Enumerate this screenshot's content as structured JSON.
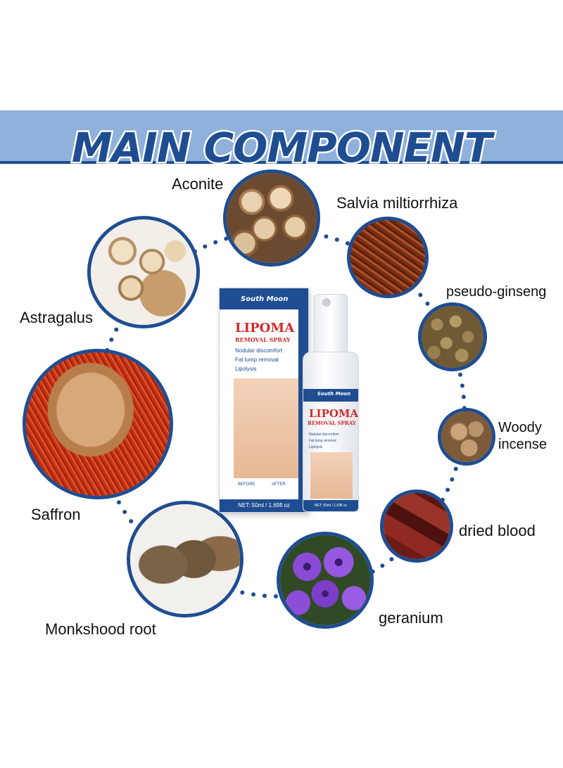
{
  "header": {
    "title": "MAIN COMPONENT"
  },
  "ingredients": {
    "aconite": "Aconite",
    "salvia": "Salvia miltiorrhiza",
    "ginseng": "pseudo-ginseng",
    "astragalus": "Astragalus",
    "woody_line1": "Woody",
    "woody_line2": "incense",
    "saffron": "Saffron",
    "blood": "dried blood",
    "geranium": "geranium",
    "monkshood": "Monkshood root"
  },
  "product": {
    "brand": "South Moon",
    "title": "LIPOMA",
    "subtitle": "REMOVAL SPRAY",
    "features": [
      "Nodular discomfort",
      "Fat lump removal",
      "Lipolysis"
    ],
    "before": "BEFORE",
    "after": "AFTER",
    "net_box": "NET: 50ml / 1.69fl oz",
    "net_bottle": "NET: 50ml / 1.69fl oz"
  },
  "colors": {
    "banner": "#8fb1dc",
    "accent_blue": "#1f4d91",
    "product_red": "#d32a2a"
  }
}
